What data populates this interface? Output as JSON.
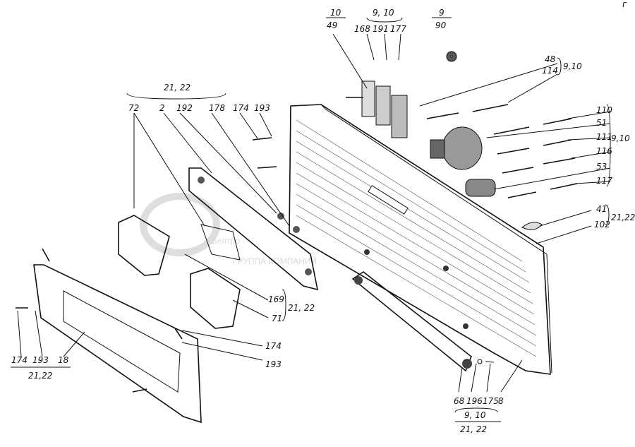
{
  "labels": {
    "g_top_a_num": "10",
    "g_top_a_den": "49",
    "g_top_b_head": "9, 10",
    "g_top_b_168": "168",
    "g_top_b_191": "191",
    "g_top_b_177": "177",
    "g_top_c_num": "9",
    "g_top_c_den": "90",
    "g_left_head": "21, 22",
    "g_left_72": "72",
    "g_left_2": "2",
    "g_left_192": "192",
    "g_left_178": "178",
    "g_left_174": "174",
    "g_left_193": "193",
    "r_48": "48",
    "r_114": "114",
    "r_grp1": "9,10",
    "r_110": "110",
    "r_51": "51",
    "r_111": "111",
    "r_116": "116",
    "r_53": "53",
    "r_117": "117",
    "r_grp2": "9,10",
    "r_41": "41",
    "r_102": "102",
    "r_grp3": "21,22",
    "m_169": "169",
    "m_71": "71",
    "m_grp": "21, 22",
    "m_174": "174",
    "m_193": "193",
    "bl_174": "174",
    "bl_193": "193",
    "bl_18": "18",
    "bl_grp": "21,22",
    "br_68": "68",
    "br_196": "196",
    "br_175": "175",
    "br_8": "8",
    "br_grp1": "9, 10",
    "br_grp2": "21, 22"
  },
  "watermark": {
    "brand": "Белтро",
    "sub": "ГРУППА КОМПАНИЙ"
  },
  "corner_mark": "г"
}
